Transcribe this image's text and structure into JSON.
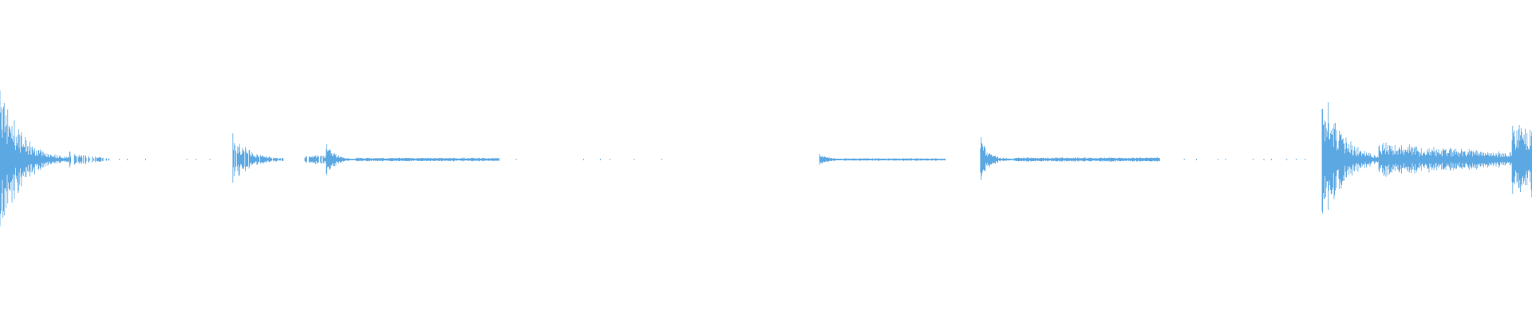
{
  "waveform": {
    "color": "#5ca8e3",
    "background": "#ffffff",
    "duration": 1.0,
    "segments": [
      {
        "start": 0.0,
        "end": 0.045,
        "amp": 0.58,
        "decay": 1.2,
        "density": 1.0
      },
      {
        "start": 0.045,
        "end": 0.072,
        "amp": 0.06,
        "decay": 0.6,
        "density": 0.6
      },
      {
        "start": 0.152,
        "end": 0.185,
        "amp": 0.17,
        "decay": 1.0,
        "density": 0.9
      },
      {
        "start": 0.199,
        "end": 0.213,
        "amp": 0.03,
        "decay": 0.0,
        "density": 0.8
      },
      {
        "start": 0.213,
        "end": 0.232,
        "amp": 0.16,
        "decay": 1.4,
        "density": 1.0
      },
      {
        "start": 0.232,
        "end": 0.326,
        "amp": 0.01,
        "decay": 0.0,
        "density": 1.0
      },
      {
        "start": 0.535,
        "end": 0.551,
        "amp": 0.04,
        "decay": 1.0,
        "density": 1.0
      },
      {
        "start": 0.551,
        "end": 0.617,
        "amp": 0.006,
        "decay": 0.0,
        "density": 1.0
      },
      {
        "start": 0.64,
        "end": 0.662,
        "amp": 0.17,
        "decay": 1.4,
        "density": 1.0
      },
      {
        "start": 0.662,
        "end": 0.757,
        "amp": 0.012,
        "decay": 0.0,
        "density": 1.0
      },
      {
        "start": 0.863,
        "end": 0.9,
        "amp": 0.55,
        "decay": 1.0,
        "density": 1.0
      },
      {
        "start": 0.9,
        "end": 0.987,
        "amp": 0.12,
        "decay": 0.3,
        "density": 1.0
      },
      {
        "start": 0.987,
        "end": 1.0,
        "amp": 0.24,
        "decay": 0.0,
        "density": 1.0
      }
    ],
    "specks": [
      0.078,
      0.083,
      0.095,
      0.122,
      0.128,
      0.137,
      0.337,
      0.381,
      0.392,
      0.398,
      0.414,
      0.432,
      0.617,
      0.773,
      0.781,
      0.795,
      0.8,
      0.818,
      0.825,
      0.83,
      0.84,
      0.846,
      0.852
    ]
  }
}
